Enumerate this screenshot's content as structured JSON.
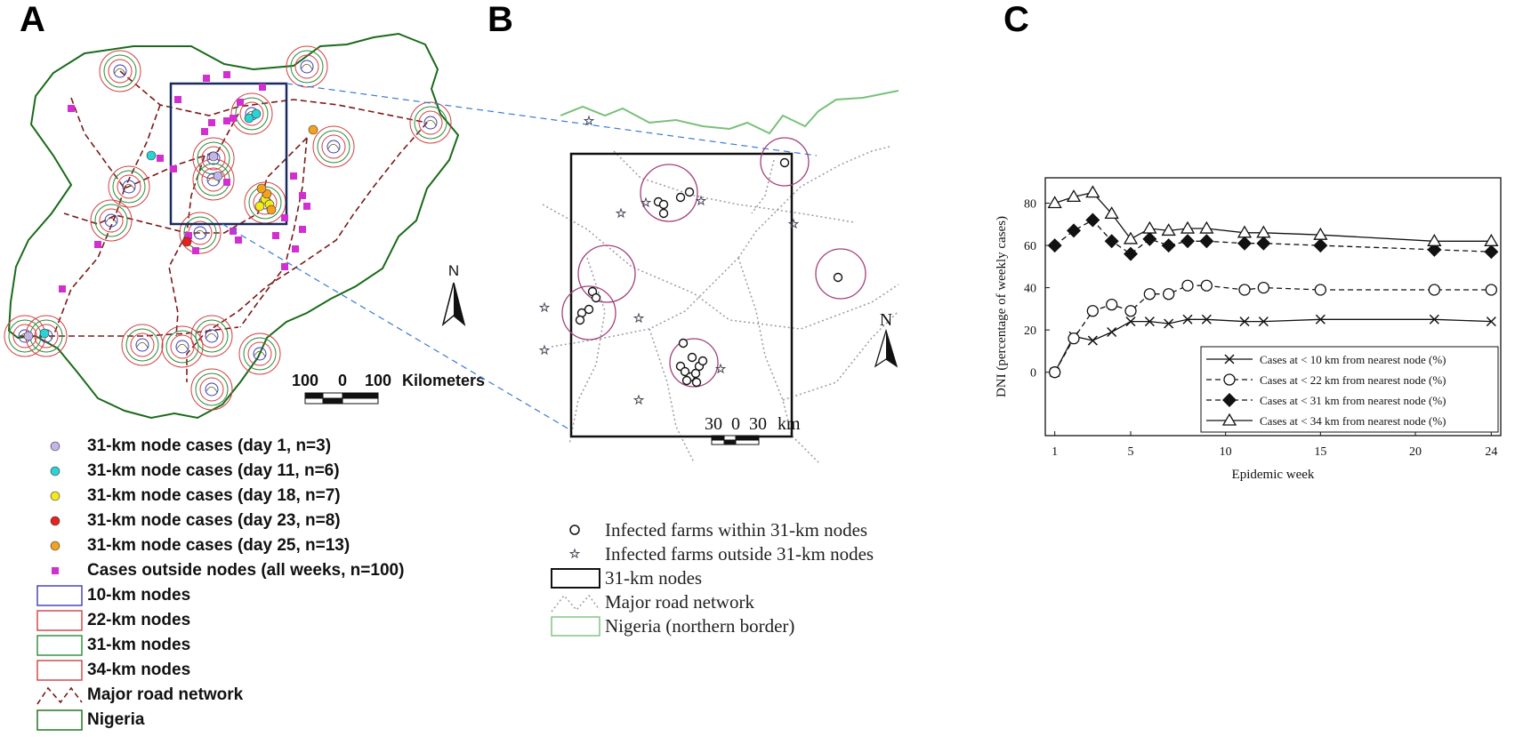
{
  "panels": {
    "a_letter": "A",
    "b_letter": "B",
    "c_letter": "C"
  },
  "panel_a": {
    "scale_ticks": [
      "100",
      "0",
      "100"
    ],
    "scale_unit": "Kilometers",
    "north": "N",
    "legend": [
      {
        "label": "31-km node cases (day 1, n=3)",
        "symbol": "dot",
        "color": "#c4b5e8"
      },
      {
        "label": "31-km node cases (day 11, n=6)",
        "symbol": "dot",
        "color": "#2ad4d4"
      },
      {
        "label": "31-km node cases (day 18, n=7)",
        "symbol": "dot",
        "color": "#f2ea1a"
      },
      {
        "label": "31-km node cases (day 23, n=8)",
        "symbol": "dot",
        "color": "#e8211c"
      },
      {
        "label": "31-km node cases (day 25, n=13)",
        "symbol": "dot",
        "color": "#f4a21e"
      },
      {
        "label": "Cases outside nodes (all weeks, n=100)",
        "symbol": "square",
        "color": "#d22fd0"
      },
      {
        "label": "10-km nodes",
        "symbol": "box",
        "color": "#3b3bb0"
      },
      {
        "label": "22-km nodes",
        "symbol": "box",
        "color": "#d04040"
      },
      {
        "label": "31-km nodes",
        "symbol": "box",
        "color": "#2a8a3a"
      },
      {
        "label": "34-km nodes",
        "symbol": "box",
        "color": "#d04040"
      },
      {
        "label": "Major road network",
        "symbol": "road",
        "color": "#7a1a1a"
      },
      {
        "label": "Nigeria",
        "symbol": "box",
        "color": "#1a6a1a"
      }
    ]
  },
  "panel_b": {
    "scale_ticks": [
      "30",
      "0",
      "30"
    ],
    "scale_unit": "km",
    "north": "N",
    "legend": [
      {
        "label": "Infected farms within 31-km nodes",
        "symbol": "circle"
      },
      {
        "label": "Infected farms outside 31-km nodes",
        "symbol": "star"
      },
      {
        "label": "31-km nodes",
        "symbol": "blackbox"
      },
      {
        "label": "Major road network",
        "symbol": "road"
      },
      {
        "label": "Nigeria (northern border)",
        "symbol": "greenbox"
      }
    ]
  },
  "chart_data": {
    "type": "line",
    "xlabel": "Epidemic week",
    "ylabel": "DNI (percentage of weekly cases)",
    "xlim": [
      0.5,
      24.5
    ],
    "ylim": [
      -30,
      92
    ],
    "x_ticks": [
      1,
      5,
      10,
      15,
      20,
      24
    ],
    "y_ticks": [
      0,
      20,
      40,
      60,
      80
    ],
    "grid": false,
    "legend_position": "bottom-right",
    "series": [
      {
        "name": "Cases at < 10 km from nearest node (%)",
        "marker": "x",
        "dash": false,
        "x": [
          1,
          2,
          3,
          4,
          5,
          6,
          7,
          8,
          9,
          11,
          12,
          15,
          21,
          24
        ],
        "y": [
          0,
          17,
          15,
          19,
          24,
          24,
          23,
          25,
          25,
          24,
          24,
          25,
          25,
          24
        ]
      },
      {
        "name": "Cases at < 22 km from nearest node (%)",
        "marker": "circle",
        "dash": true,
        "x": [
          1,
          2,
          3,
          4,
          5,
          6,
          7,
          8,
          9,
          11,
          12,
          15,
          21,
          24
        ],
        "y": [
          0,
          16,
          29,
          32,
          29,
          37,
          37,
          41,
          41,
          39,
          40,
          39,
          39,
          39
        ]
      },
      {
        "name": "Cases at < 31 km from nearest node (%)",
        "marker": "diamond",
        "dash": true,
        "x": [
          1,
          2,
          3,
          4,
          5,
          6,
          7,
          8,
          9,
          11,
          12,
          15,
          21,
          24
        ],
        "y": [
          60,
          67,
          72,
          62,
          56,
          63,
          60,
          62,
          62,
          61,
          61,
          60,
          58,
          57
        ]
      },
      {
        "name": "Cases at < 34 km from nearest node (%)",
        "marker": "triangle",
        "dash": false,
        "x": [
          1,
          2,
          3,
          4,
          5,
          6,
          7,
          8,
          9,
          11,
          12,
          15,
          21,
          24
        ],
        "y": [
          80,
          83,
          85,
          75,
          63,
          68,
          67,
          68,
          68,
          66,
          66,
          65,
          62,
          62
        ]
      }
    ]
  }
}
